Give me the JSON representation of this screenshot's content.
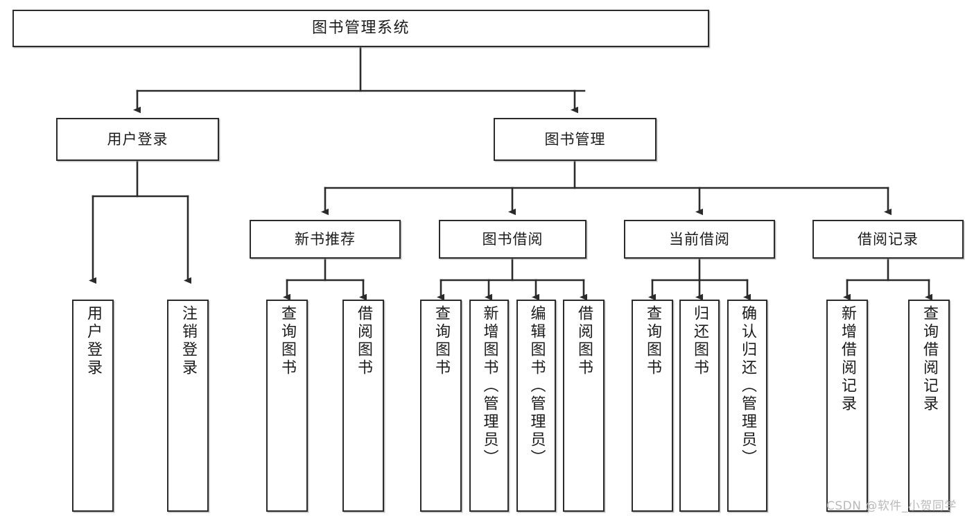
{
  "diagram": {
    "title": "图书管理系统",
    "type": "tree-hierarchy-diagram",
    "watermark": "CSDN @软件_小贺同学",
    "colors": {
      "border": "#2b2b2b",
      "fill": "#ffffff",
      "text": "#1b1b1b",
      "edge": "#2b2b2b",
      "watermark": "#b9b9b9"
    },
    "nodes": {
      "root": {
        "label": "图书管理系统"
      },
      "level2": [
        {
          "id": "user-login",
          "label": "用户登录"
        },
        {
          "id": "book-manage",
          "label": "图书管理"
        }
      ],
      "level3": [
        {
          "id": "new-book-recommend",
          "label": "新书推荐"
        },
        {
          "id": "book-borrow",
          "label": "图书借阅"
        },
        {
          "id": "current-borrow",
          "label": "当前借阅"
        },
        {
          "id": "borrow-record",
          "label": "借阅记录"
        }
      ],
      "leaves": {
        "user_login": [
          {
            "id": "leaf-user-login",
            "label": "用户登录"
          },
          {
            "id": "leaf-logout-login",
            "label": "注销登录"
          }
        ],
        "new_book_recommend": [
          {
            "id": "leaf-query-book-1",
            "label": "查询图书"
          },
          {
            "id": "leaf-borrow-book-1",
            "label": "借阅图书"
          }
        ],
        "book_borrow": [
          {
            "id": "leaf-query-book-2",
            "label": "查询图书"
          },
          {
            "id": "leaf-add-book-admin",
            "label": "新增图书（管理员）"
          },
          {
            "id": "leaf-edit-book-admin",
            "label": "编辑图书（管理员）"
          },
          {
            "id": "leaf-borrow-book-2",
            "label": "借阅图书"
          }
        ],
        "current_borrow": [
          {
            "id": "leaf-query-book-3",
            "label": "查询图书"
          },
          {
            "id": "leaf-return-book",
            "label": "归还图书"
          },
          {
            "id": "leaf-confirm-return-admin",
            "label": "确认归还（管理员）"
          }
        ],
        "borrow_record": [
          {
            "id": "leaf-add-borrow-record",
            "label": "新增借阅记录"
          },
          {
            "id": "leaf-query-borrow-record",
            "label": "查询借阅记录"
          }
        ]
      }
    }
  }
}
